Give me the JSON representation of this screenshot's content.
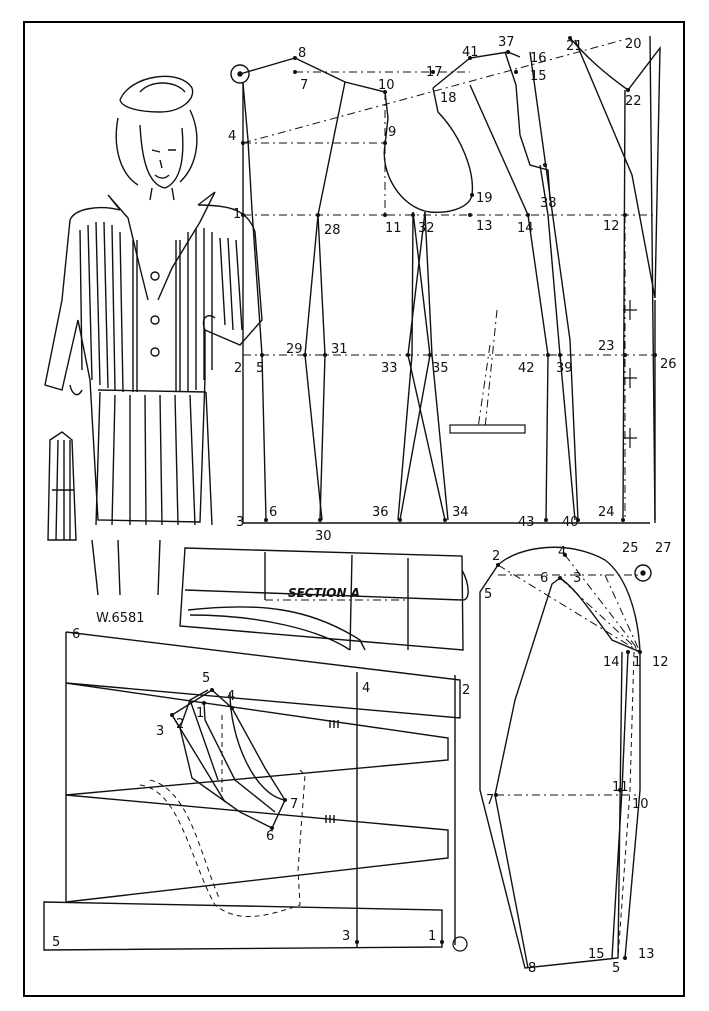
{
  "pattern_code": "W.6581",
  "section_label": "SECTION A",
  "bodice_labels": [
    "8",
    "7",
    "10",
    "17",
    "41",
    "37",
    "16",
    "15",
    "21",
    "20",
    "22",
    "18",
    "4",
    "9",
    "19",
    "1",
    "28",
    "11",
    "32",
    "13",
    "14",
    "38",
    "12",
    "2",
    "5",
    "29",
    "31",
    "33",
    "35",
    "42",
    "39",
    "23",
    "26",
    "3",
    "6",
    "30",
    "36",
    "34",
    "43",
    "40",
    "24",
    "25",
    "27"
  ],
  "sleeve_labels": [
    "2",
    "5",
    "4",
    "6",
    "3",
    "14",
    "1",
    "12",
    "7",
    "11",
    "10",
    "8",
    "15",
    "5",
    "13"
  ],
  "skirt_labels": [
    "6",
    "2",
    "5",
    "4",
    "3",
    "2",
    "1",
    "4",
    "7",
    "6",
    "5",
    "3",
    "1"
  ]
}
